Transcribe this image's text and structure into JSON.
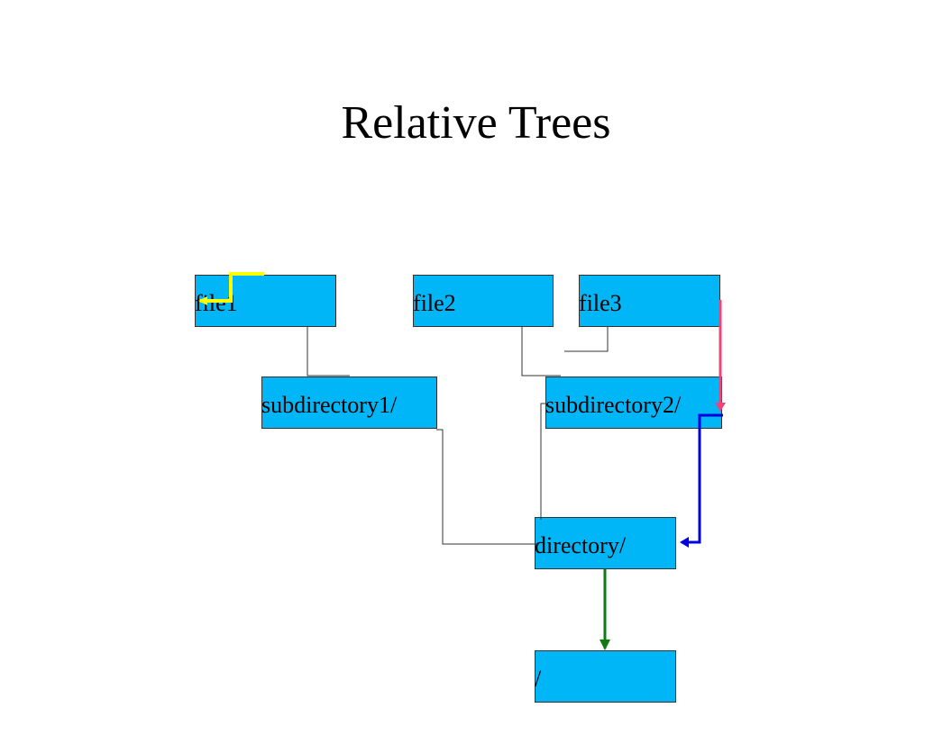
{
  "slide": {
    "title": "Relative Trees"
  },
  "diagram": {
    "node_fill": "#00b6f7",
    "nodes": {
      "file1": "file1",
      "file2": "file2",
      "file3": "file3",
      "subdirectory1": "subdirectory1/",
      "subdirectory2": "subdirectory2/",
      "directory": "directory/",
      "root": "/"
    },
    "arrow_colors": {
      "yellow": "#ffff00",
      "pink": "#ee4477",
      "blue": "#0000dd",
      "green": "#117a11",
      "connector": "#333333"
    }
  }
}
